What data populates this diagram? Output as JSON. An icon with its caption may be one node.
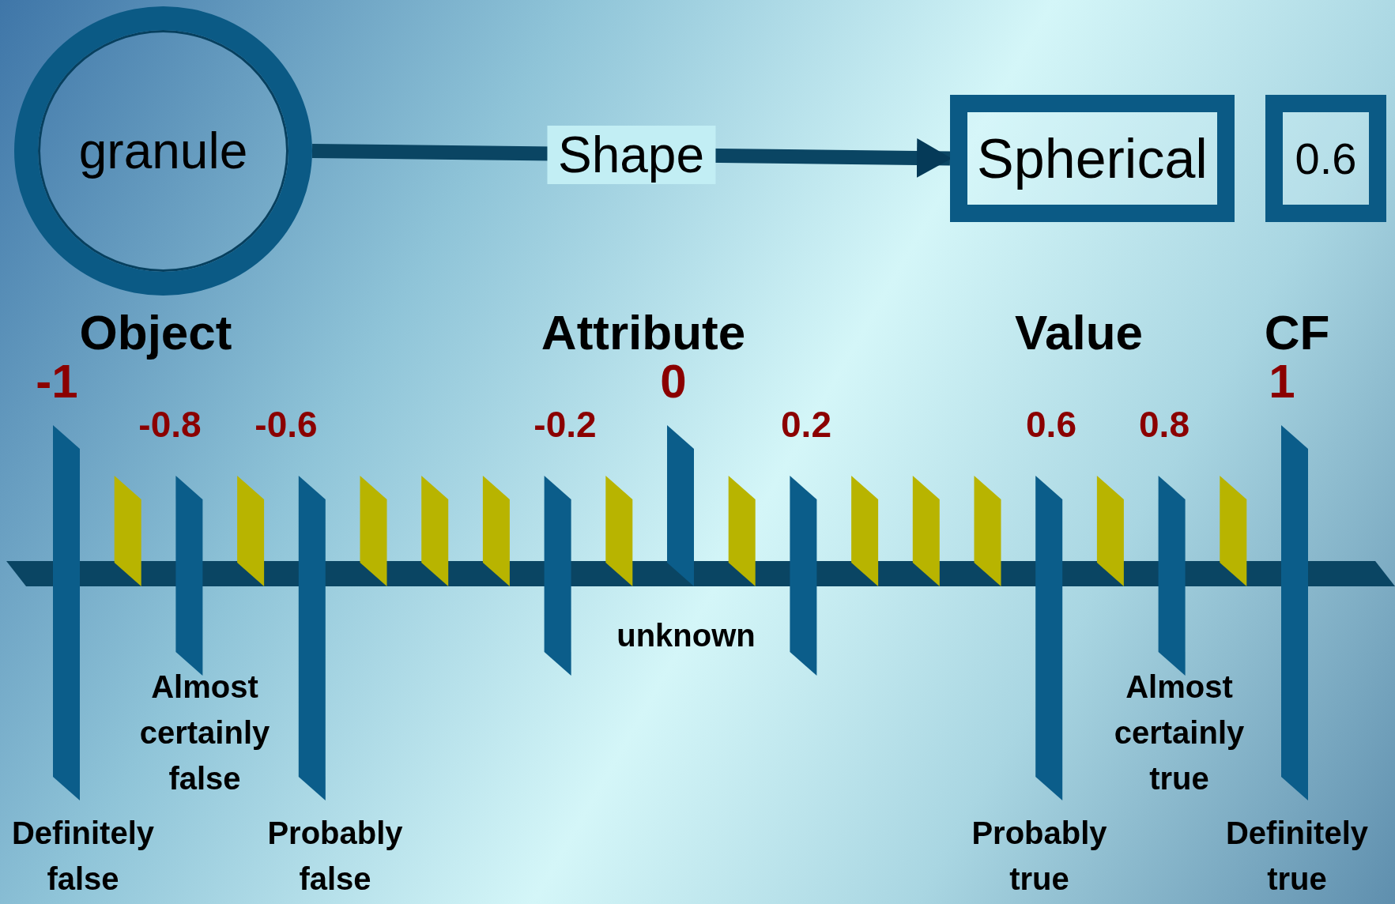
{
  "diagram": {
    "nodes": [
      {
        "text": [
          "granule"
        ]
      },
      {
        "text": [
          "Spherical"
        ]
      },
      {
        "text": [
          "0.6"
        ]
      }
    ],
    "edges": [
      {
        "from": 0,
        "to": 1,
        "arrow": "to",
        "label": "Shape"
      }
    ],
    "labels": [
      "Object",
      "Attribute",
      "Value",
      "CF",
      "-1",
      "0",
      "1",
      "-0.8",
      "-0.6",
      "-0.2",
      "0.2",
      "0.6",
      "0.8",
      "unknown",
      "Almost certainly false",
      "Almost certainly true",
      "Definitely false",
      "Probably false",
      "Probably true",
      "Definitely true"
    ]
  }
}
